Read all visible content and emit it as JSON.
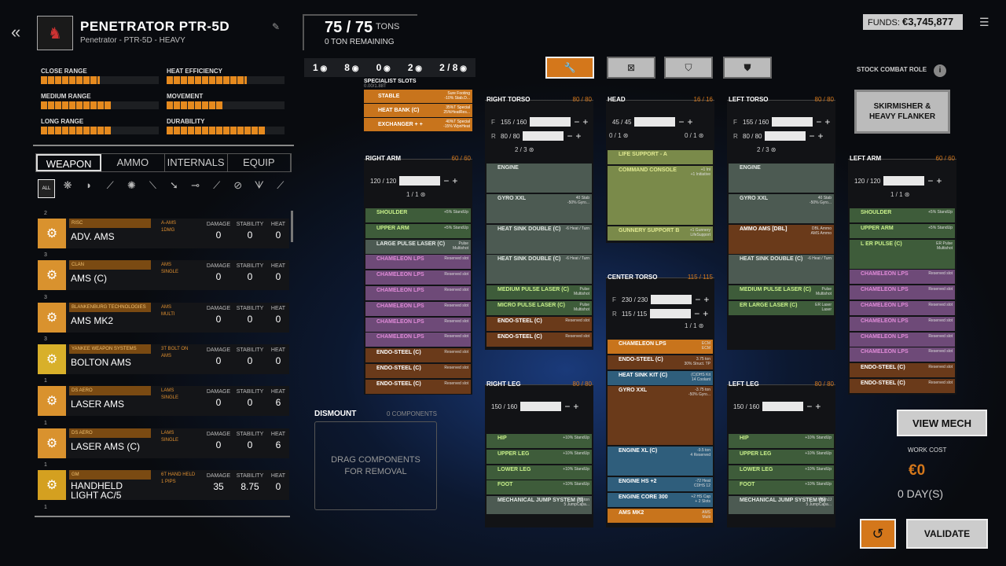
{
  "header": {
    "title": "PENETRATOR PTR-5D",
    "subtitle": "Penetrator - PTR-5D - HEAVY",
    "tons": "75 / 75",
    "tons_label": "TONS",
    "tons_remaining": "0 TON REMAINING"
  },
  "counts": [
    {
      "n": "1",
      "icon": "ballistic-icon"
    },
    {
      "n": "8",
      "icon": "energy-icon"
    },
    {
      "n": "0",
      "icon": "missile-icon"
    },
    {
      "n": "2",
      "icon": "target-icon"
    },
    {
      "n": "2 / 8",
      "icon": "armor-icon"
    }
  ],
  "stats": [
    {
      "label": "CLOSE RANGE",
      "v": 0.5
    },
    {
      "label": "HEAT EFFICIENCY",
      "v": 0.68
    },
    {
      "label": "MEDIUM RANGE",
      "v": 0.59
    },
    {
      "label": "MOVEMENT",
      "v": 0.48
    },
    {
      "label": "LONG RANGE",
      "v": 0.59
    },
    {
      "label": "DURABILITY",
      "v": 0.83
    }
  ],
  "tabs": [
    "WEAPON",
    "AMMO",
    "INTERNALS",
    "EQUIP"
  ],
  "filter": {
    "all": "ALL"
  },
  "items": [
    {
      "qty": "2",
      "mfr": "RISC",
      "name": "ADV. AMS",
      "tag": "A-AMS\n1DMG",
      "damage": "0",
      "stability": "0",
      "heat": "0"
    },
    {
      "qty": "3",
      "mfr": "CLAN",
      "name": "AMS (C)",
      "tag": "AMS\nSINGLE",
      "damage": "0",
      "stability": "0",
      "heat": "0"
    },
    {
      "qty": "3",
      "mfr": "BLANKENBURG TECHNOLOGIES",
      "name": "AMS MK2",
      "tag": "AMS\nMULTI",
      "damage": "0",
      "stability": "0",
      "heat": "0"
    },
    {
      "qty": "3",
      "mfr": "YANKEE WEAPON SYSTEMS",
      "name": "BOLTON AMS",
      "tag": "3T BOLT ON\nAMS",
      "damage": "0",
      "stability": "0",
      "heat": "0"
    },
    {
      "qty": "1",
      "mfr": "DS AERO",
      "name": "LASER AMS",
      "tag": "LAMS\nSINGLE",
      "damage": "0",
      "stability": "0",
      "heat": "6"
    },
    {
      "qty": "1",
      "mfr": "DS AERO",
      "name": "LASER AMS (C)",
      "tag": "LAMS\nSINGLE",
      "damage": "0",
      "stability": "0",
      "heat": "6"
    },
    {
      "qty": "1",
      "mfr": "GM",
      "name": "HANDHELD LIGHT AC/5",
      "tag": "6T HAND HELD\n1 PIPS",
      "damage": "35",
      "stability": "8.75",
      "heat": "0"
    }
  ],
  "col_headers": {
    "damage": "DAMAGE",
    "stability": "STABILITY",
    "heat": "HEAT"
  },
  "item_last_qty": "1",
  "dismount": {
    "title": "DISMOUNT",
    "components": "0 COMPONENTS",
    "drop": "DRAG COMPONENTS\nFOR REMOVAL"
  },
  "specialist": {
    "title": "SPECIALIST SLOTS",
    "sub": "0.00/1.88T",
    "slots": [
      {
        "name": "STABLE",
        "note": "Sure Footing\n-10% Stab.D..."
      },
      {
        "name": "HEAT BANK (C)",
        "note": "35%T Special\n25%HeatRes..."
      },
      {
        "name": "EXCHANGER + +",
        "note": "40%T Special\n-15% WpnHeat"
      }
    ]
  },
  "parts": {
    "right_torso": {
      "title": "RIGHT TORSO",
      "cap": "80 / 80",
      "f": "155 / 160",
      "r": "80 / 80",
      "sub": "2 / 3"
    },
    "head": {
      "title": "HEAD",
      "cap": "16 / 16",
      "a": "45 / 45",
      "sub1": "0 / 1",
      "sub2": "0 / 1"
    },
    "left_torso": {
      "title": "LEFT TORSO",
      "cap": "80 / 80",
      "f": "155 / 160",
      "r": "80 / 80",
      "sub": "2 / 3"
    },
    "right_arm": {
      "title": "RIGHT ARM",
      "cap": "60 / 60",
      "a": "120 / 120",
      "sub": "1 / 1"
    },
    "left_arm": {
      "title": "LEFT ARM",
      "cap": "60 / 60",
      "a": "120 / 120",
      "sub": "1 / 1"
    },
    "center_torso": {
      "title": "CENTER TORSO",
      "cap": "115 / 115",
      "f": "230 / 230",
      "r": "115 / 115",
      "sub": "1 / 1"
    },
    "right_leg": {
      "title": "RIGHT LEG",
      "cap": "80 / 80",
      "a": "150 / 160"
    },
    "left_leg": {
      "title": "LEFT LEG",
      "cap": "80 / 80",
      "a": "150 / 160"
    }
  },
  "lbl": {
    "f": "F",
    "r": "R"
  },
  "slots": {
    "ra": [
      {
        "n": "SHOULDER",
        "s": "+5% StandUp",
        "c": "green"
      },
      {
        "n": "UPPER ARM",
        "s": "+5% StandUp",
        "c": "green"
      },
      {
        "n": "LARGE PULSE LASER (C)",
        "s": "Pulse\nMultishot",
        "c": "grey"
      },
      {
        "n": "CHAMELEON LPS",
        "s": "Reserved slot",
        "c": "pink"
      },
      {
        "n": "CHAMELEON LPS",
        "s": "Reserved slot",
        "c": "pink"
      },
      {
        "n": "CHAMELEON LPS",
        "s": "Reserved slot",
        "c": "pink"
      },
      {
        "n": "CHAMELEON LPS",
        "s": "Reserved slot",
        "c": "pink"
      },
      {
        "n": "CHAMELEON LPS",
        "s": "Reserved slot",
        "c": "pink"
      },
      {
        "n": "CHAMELEON LPS",
        "s": "Reserved slot",
        "c": "pink"
      },
      {
        "n": "ENDO-STEEL (C)",
        "s": "Reserved slot",
        "c": "brown"
      },
      {
        "n": "ENDO-STEEL (C)",
        "s": "Reserved slot",
        "c": "brown"
      },
      {
        "n": "ENDO-STEEL (C)",
        "s": "Reserved slot",
        "c": "brown"
      }
    ],
    "rt": [
      {
        "n": "ENGINE",
        "s": "",
        "c": "grey",
        "h": 38
      },
      {
        "n": "GYRO XXL",
        "s": "40 Stab\n-50% Gyro...",
        "c": "grey",
        "h": 38
      },
      {
        "n": "HEAT SINK DOUBLE (C)",
        "s": "-6 Heat / Turn",
        "c": "grey",
        "h": 38
      },
      {
        "n": "HEAT SINK DOUBLE (C)",
        "s": "-6 Heat / Turn",
        "c": "grey",
        "h": 38
      },
      {
        "n": "MEDIUM PULSE LASER (C)",
        "s": "Pulse\nMultishot",
        "c": "green"
      },
      {
        "n": "MICRO PULSE LASER (C)",
        "s": "Pulse\nMultishot",
        "c": "green"
      },
      {
        "n": "ENDO-STEEL (C)",
        "s": "Reserved slot",
        "c": "brown"
      },
      {
        "n": "ENDO-STEEL (C)",
        "s": "Reserved slot",
        "c": "brown"
      }
    ],
    "hd": [
      {
        "n": "LIFE SUPPORT - A",
        "s": "",
        "c": "olive"
      },
      {
        "n": "COMMAND CONSOLE",
        "s": "+1 Ini\n+1 Initiative",
        "c": "olive",
        "h": 76
      },
      {
        "n": "GUNNERY SUPPORT B",
        "s": "+1 Gunnery\nLifeSupport",
        "c": "olive"
      }
    ],
    "lt": [
      {
        "n": "ENGINE",
        "s": "",
        "c": "grey",
        "h": 38
      },
      {
        "n": "GYRO XXL",
        "s": "40 Stab\n-50% Gyro...",
        "c": "grey",
        "h": 38
      },
      {
        "n": "AMMO AMS [DBL]",
        "s": "DBL Ammo\nAMS Ammo",
        "c": "brown",
        "h": 38
      },
      {
        "n": "HEAT SINK DOUBLE (C)",
        "s": "-6 Heat / Turn",
        "c": "grey",
        "h": 38
      },
      {
        "n": "MEDIUM PULSE LASER (C)",
        "s": "Pulse\nMultishot",
        "c": "green"
      },
      {
        "n": "ER LARGE LASER (C)",
        "s": "ER Laser\nLaser",
        "c": "green"
      }
    ],
    "la": [
      {
        "n": "SHOULDER",
        "s": "+5% StandUp",
        "c": "green"
      },
      {
        "n": "UPPER ARM",
        "s": "+5% StandUp",
        "c": "green"
      },
      {
        "n": "L ER PULSE (C)",
        "s": "ER Pulse\nMultishot",
        "c": "green",
        "h": 38
      },
      {
        "n": "CHAMELEON LPS",
        "s": "Reserved slot",
        "c": "pink"
      },
      {
        "n": "CHAMELEON LPS",
        "s": "Reserved slot",
        "c": "pink"
      },
      {
        "n": "CHAMELEON LPS",
        "s": "Reserved slot",
        "c": "pink"
      },
      {
        "n": "CHAMELEON LPS",
        "s": "Reserved slot",
        "c": "pink"
      },
      {
        "n": "CHAMELEON LPS",
        "s": "Reserved slot",
        "c": "pink"
      },
      {
        "n": "CHAMELEON LPS",
        "s": "Reserved slot",
        "c": "pink"
      },
      {
        "n": "ENDO-STEEL (C)",
        "s": "Reserved slot",
        "c": "brown"
      },
      {
        "n": "ENDO-STEEL (C)",
        "s": "Reserved slot",
        "c": "brown"
      }
    ],
    "ct": [
      {
        "n": "CHAMELEON LPS",
        "s": "ECM\nECM",
        "c": "orange"
      },
      {
        "n": "ENDO-STEEL (C)",
        "s": "3.75 ton\n30% Struct. TP",
        "c": "brown"
      },
      {
        "n": "HEAT SINK KIT (C)",
        "s": "(C)DHS Kit\n14 Coolant",
        "c": "blue"
      },
      {
        "n": "GYRO XXL",
        "s": "-3.75 ton\n-50% Gyro...",
        "c": "brown",
        "h": 76
      },
      {
        "n": "ENGINE XL (C)",
        "s": "-9.5 ton\n4 Reserved",
        "c": "blue",
        "h": 38
      },
      {
        "n": "ENGINE HS +2",
        "s": "-72 Heat\nCDHS 12",
        "c": "blue"
      },
      {
        "n": "ENGINE CORE 300",
        "s": "+2 HS Cap\n+ 2 Slots",
        "c": "blue"
      },
      {
        "n": "AMS MK2",
        "s": "AMS\nMulti",
        "c": "orange"
      }
    ],
    "rl": [
      {
        "n": "HIP",
        "s": "+10% StandUp",
        "c": "green"
      },
      {
        "n": "UPPER LEG",
        "s": "+10% StandUp",
        "c": "green"
      },
      {
        "n": "LOWER LEG",
        "s": "+10% StandUp",
        "c": "green"
      },
      {
        "n": "FOOT",
        "s": "+10% StandUp",
        "c": "green"
      },
      {
        "n": "MECHANICAL JUMP SYSTEM (5)",
        "s": "7.5 ton\n5 JumpCapa...",
        "c": "grey",
        "h": 24
      }
    ],
    "ll": [
      {
        "n": "HIP",
        "s": "+10% StandUp",
        "c": "green"
      },
      {
        "n": "UPPER LEG",
        "s": "+10% StandUp",
        "c": "green"
      },
      {
        "n": "LOWER LEG",
        "s": "+10% StandUp",
        "c": "green"
      },
      {
        "n": "FOOT",
        "s": "+10% StandUp",
        "c": "green"
      },
      {
        "n": "MECHANICAL JUMP SYSTEM (5)",
        "s": "MechJJ\n5 JumpCapa...",
        "c": "grey",
        "h": 24
      }
    ]
  },
  "right": {
    "funds_label": "FUNDS:",
    "funds": "€3,745,877",
    "role_label": "STOCK COMBAT ROLE",
    "role": "SKIRMISHER &\nHEAVY FLANKER",
    "view_mech": "VIEW MECH",
    "work_cost": "WORK COST",
    "work_cost_value": "€0",
    "days": "0 DAY(S)",
    "validate": "VALIDATE"
  },
  "colors": {
    "accent": "#d4771b",
    "bar": "#e68a1e"
  }
}
